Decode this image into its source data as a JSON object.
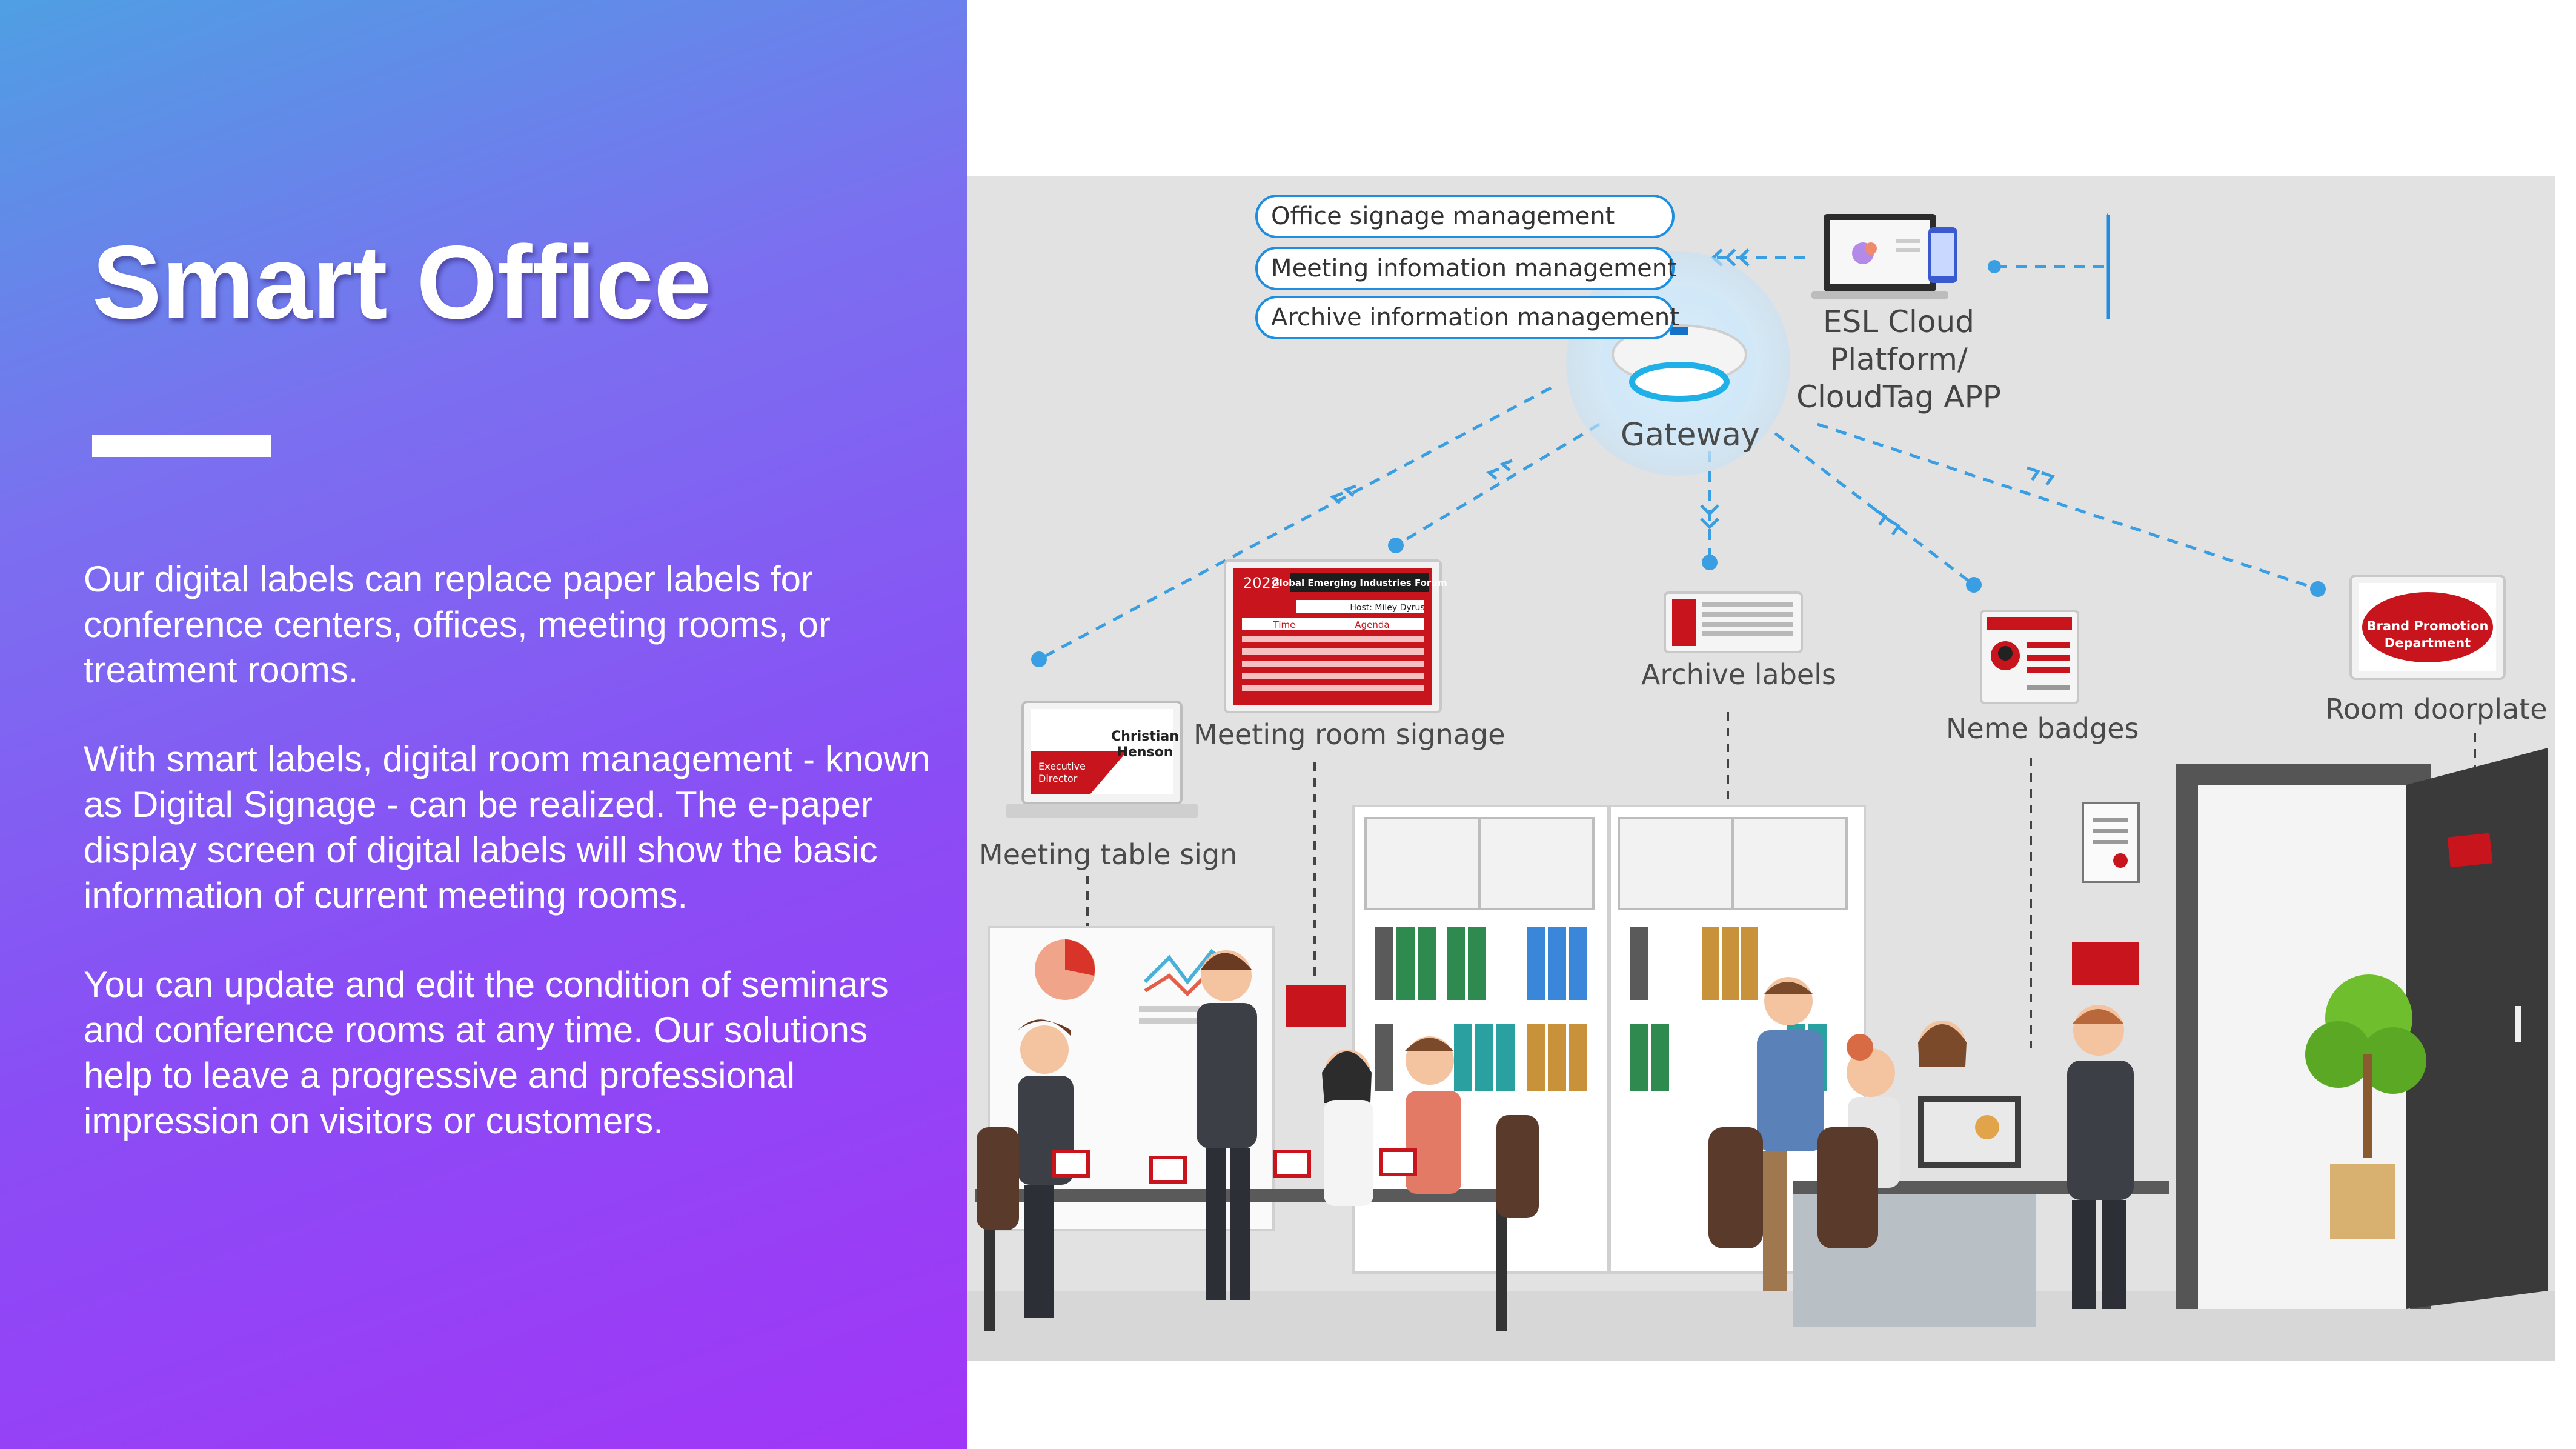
{
  "slide": {
    "title": "Smart Office",
    "paragraphs": [
      "Our digital labels can replace paper labels for conference centers, offices, meeting rooms, or treatment rooms.",
      "With smart labels, digital room management - known as Digital Signage - can be realized. The e-paper display screen of digital labels will show the basic information of current meeting rooms.",
      "You can update and edit the condition of seminars and conference rooms at any time. Our solutions help to leave a progressive and professional impression on visitors or customers."
    ]
  },
  "diagram": {
    "gateway_label": "Gateway",
    "cloud_label_line1": "ESL Cloud Platform/",
    "cloud_label_line2": "CloudTag APP",
    "services": [
      "Office signage management",
      "Meeting infomation management",
      "Archive information management"
    ],
    "devices": {
      "meeting_table_sign": "Meeting table sign",
      "meeting_room_signage": "Meeting room signage",
      "archive_labels": "Archive labels",
      "name_badges": "Neme badges",
      "room_doorplate": "Room doorplate"
    },
    "screens": {
      "table_sign_name_1": "Christian",
      "table_sign_name_2": "Henson",
      "table_sign_role_1": "Executive",
      "table_sign_role_2": "Director",
      "signage_year": "2022",
      "signage_event": "Global Emerging Industries Forum",
      "signage_col_time": "Time",
      "signage_col_agenda": "Agenda",
      "signage_host": "Host: Miley Dyrus",
      "doorplate_line1": "Brand Promotion",
      "doorplate_line2": "Department"
    },
    "colors": {
      "connector": "#3a9ee2",
      "pill_border": "#1e8ee0",
      "label_red": "#c8141c",
      "scene_bg": "#e2e2e2"
    }
  }
}
